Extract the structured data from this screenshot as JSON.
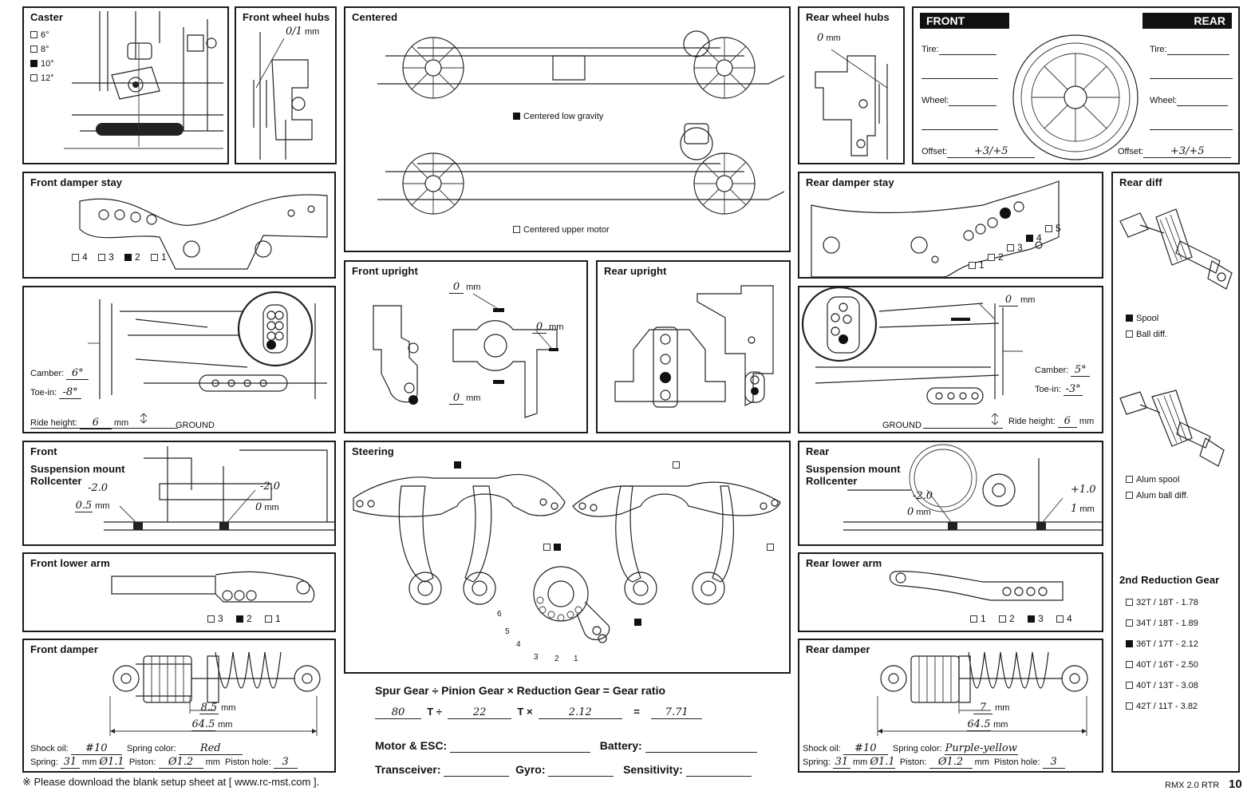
{
  "caster": {
    "title": "Caster",
    "options": [
      {
        "label": "6°",
        "checked": false
      },
      {
        "label": "8°",
        "checked": false
      },
      {
        "label": "10°",
        "checked": true
      },
      {
        "label": "12°",
        "checked": false
      }
    ]
  },
  "front_wheel_hubs": {
    "title": "Front wheel hubs",
    "value": "0/1",
    "unit": "mm"
  },
  "centered": {
    "title": "Centered",
    "opt_low": {
      "label": "Centered low gravity",
      "checked": true
    },
    "opt_upper": {
      "label": "Centered upper motor",
      "checked": false
    }
  },
  "rear_wheel_hubs": {
    "title": "Rear wheel hubs",
    "value": "0",
    "unit": "mm"
  },
  "tire_wheel": {
    "front_label": "FRONT",
    "rear_label": "REAR",
    "tire_label": "Tire:",
    "wheel_label": "Wheel:",
    "offset_label": "Offset:",
    "front_offset": "+3/+5",
    "rear_offset": "+3/+5"
  },
  "front_damper_stay": {
    "title": "Front damper stay",
    "positions": [
      {
        "label": "4",
        "checked": false
      },
      {
        "label": "3",
        "checked": false
      },
      {
        "label": "2",
        "checked": true
      },
      {
        "label": "1",
        "checked": false
      }
    ]
  },
  "rear_damper_stay": {
    "title": "Rear damper stay",
    "positions": [
      {
        "label": "1",
        "checked": false
      },
      {
        "label": "2",
        "checked": false
      },
      {
        "label": "3",
        "checked": false
      },
      {
        "label": "4",
        "checked": true
      },
      {
        "label": "5",
        "checked": false
      }
    ]
  },
  "rear_diff": {
    "title": "Rear diff",
    "options_top": [
      {
        "label": "Spool",
        "checked": true
      },
      {
        "label": "Ball diff.",
        "checked": false
      }
    ],
    "options_bottom": [
      {
        "label": "Alum spool",
        "checked": false
      },
      {
        "label": "Alum ball diff.",
        "checked": false
      }
    ],
    "reduction_title": "2nd Reduction Gear",
    "reduction": [
      {
        "label": "32T / 18T - 1.78",
        "checked": false
      },
      {
        "label": "34T / 18T - 1.89",
        "checked": false
      },
      {
        "label": "36T / 17T - 2.12",
        "checked": true
      },
      {
        "label": "40T / 16T - 2.50",
        "checked": false
      },
      {
        "label": "40T / 13T - 3.08",
        "checked": false
      },
      {
        "label": "42T / 11T - 3.82",
        "checked": false
      }
    ]
  },
  "front_alignment": {
    "camber_label": "Camber:",
    "camber": "6°",
    "toe_label": "Toe-in:",
    "toe": "-8°",
    "ride_label": "Ride height:",
    "ride": "6",
    "ride_unit": "mm",
    "ground": "GROUND"
  },
  "rear_alignment": {
    "camber_label": "Camber:",
    "camber": "5°",
    "toe_label": "Toe-in:",
    "toe": "-3°",
    "ride_label": "Ride height:",
    "ride": "6",
    "ride_unit": "mm",
    "ground": "GROUND",
    "shim": "0",
    "shim_unit": "mm"
  },
  "front_upright": {
    "title": "Front upright",
    "top": "0",
    "mid": "0",
    "bottom": "0",
    "unit": "mm"
  },
  "rear_upright": {
    "title": "Rear upright"
  },
  "front_susp": {
    "title1": "Front",
    "title2": "Suspension mount",
    "title3": "Rollcenter",
    "left_top": "-2.0",
    "left_val": "0.5",
    "right_top": "-2.0",
    "right_val": "0",
    "unit": "mm"
  },
  "rear_susp": {
    "title1": "Rear",
    "title2": "Suspension mount",
    "title3": "Rollcenter",
    "left_top": "-2.0",
    "left_val": "0",
    "right_top": "+1.0",
    "right_val": "1",
    "unit": "mm"
  },
  "steering": {
    "title": "Steering",
    "left_checked": true,
    "right_checked": false,
    "nums": [
      "6",
      "5",
      "4",
      "3",
      "2",
      "1"
    ]
  },
  "front_lower_arm": {
    "title": "Front lower arm",
    "positions": [
      {
        "label": "3",
        "checked": false
      },
      {
        "label": "2",
        "checked": true
      },
      {
        "label": "1",
        "checked": false
      }
    ]
  },
  "rear_lower_arm": {
    "title": "Rear lower arm",
    "positions": [
      {
        "label": "1",
        "checked": false
      },
      {
        "label": "2",
        "checked": false
      },
      {
        "label": "3",
        "checked": true
      },
      {
        "label": "4",
        "checked": false
      }
    ]
  },
  "front_damper": {
    "title": "Front damper",
    "dim_short": "8.5",
    "dim_long": "64.5",
    "unit": "mm",
    "oil_label": "Shock oil:",
    "oil": "#10",
    "spring_color_label": "Spring color:",
    "spring_color": "Red",
    "spring_label": "Spring:",
    "spring": "31",
    "spring_dia": "Ø1.1",
    "piston_label": "Piston:",
    "piston": "Ø1.2",
    "hole_label": "Piston hole:",
    "hole": "3"
  },
  "rear_damper": {
    "title": "Rear damper",
    "dim_short": "7",
    "dim_long": "64.5",
    "unit": "mm",
    "oil_label": "Shock oil:",
    "oil": "#10",
    "spring_color_label": "Spring color:",
    "spring_color": "Purple-yellow",
    "spring_label": "Spring:",
    "spring": "31",
    "spring_dia": "Ø1.1",
    "piston_label": "Piston:",
    "piston": "Ø1.2",
    "hole_label": "Piston hole:",
    "hole": "3"
  },
  "gear": {
    "formula": "Spur Gear  ÷  Pinion Gear  ×  Reduction Gear  =  Gear ratio",
    "spur": "80",
    "pinion": "22",
    "reduction": "2.12",
    "ratio": "7.71",
    "t1": "T  ÷",
    "t2": "T  ×",
    "eq": "=",
    "motor_label": "Motor & ESC:",
    "battery_label": "Battery:",
    "trans_label": "Transceiver:",
    "gyro_label": "Gyro:",
    "sens_label": "Sensitivity:"
  },
  "footer": {
    "note": "※ Please download the blank setup sheet at [ www.rc-mst.com ].",
    "model": "RMX 2.0 RTR",
    "page": "10"
  }
}
